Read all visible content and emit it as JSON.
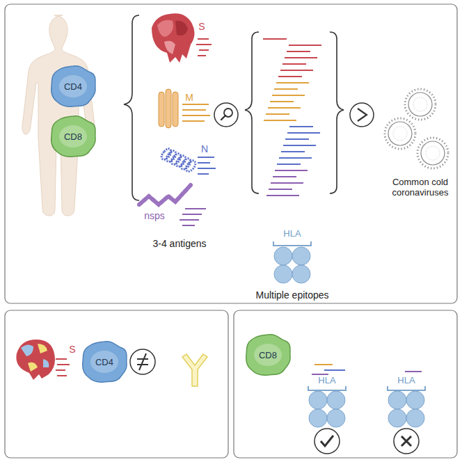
{
  "diagram": {
    "nodes": [
      {
        "text": [
          "CD4"
        ]
      },
      {
        "text": [
          "CD8"
        ]
      },
      {
        "text": [
          "CD4"
        ]
      },
      {
        "text": [
          "CD8"
        ]
      }
    ],
    "labels": [
      "S",
      "M",
      "N",
      "nsps",
      "3-4 antigens",
      "HLA",
      "Multiple epitopes",
      "Common cold coronaviruses",
      "S",
      "HLA",
      "HLA"
    ]
  }
}
